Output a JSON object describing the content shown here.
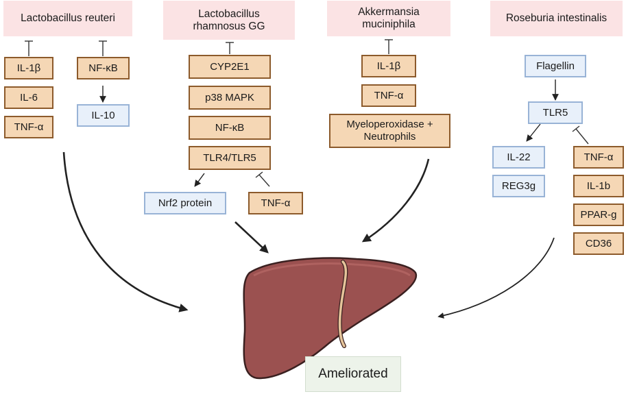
{
  "bacteria": [
    {
      "name": "Lactobacillus reuteri"
    },
    {
      "name": "Lactobacillus\nrhamnosus GG"
    },
    {
      "name": "Akkermansia\nmuciniphila"
    },
    {
      "name": "Roseburia intestinalis"
    }
  ],
  "markers": {
    "il1b_1": "IL-1β",
    "il6": "IL-6",
    "tnfa_1": "TNF-α",
    "nfkb_1": "NF-κB",
    "il10": "IL-10",
    "cyp2e1": "CYP2E1",
    "p38": "p38 MAPK",
    "nfkb_2": "NF-κB",
    "tlr4tlr5": "TLR4/TLR5",
    "nrf2": "Nrf2 protein",
    "tnfa_2": "TNF-α",
    "il1b_2": "IL-1β",
    "tnfa_3": "TNF-α",
    "mpo": "Myeloperoxidase +\nNeutrophils",
    "flagellin": "Flagellin",
    "tlr5": "TLR5",
    "il22": "IL-22",
    "reg3g": "REG3g",
    "tnfa_4": "TNF-α",
    "il1b_3": "IL-1b",
    "pparg": "PPAR-g",
    "cd36": "CD36"
  },
  "outcome": {
    "label": "Ameliorated"
  },
  "colors": {
    "header_fill": "#fbe3e4",
    "inhibited_fill": "#f5d7b5",
    "inhibited_border": "#8c5a2b",
    "activated_fill": "#e8f0fa",
    "activated_border": "#98b3d6",
    "outcome_fill": "#edf3ea",
    "liver": "#9b5150"
  },
  "icons": {
    "organ": "liver-icon"
  }
}
